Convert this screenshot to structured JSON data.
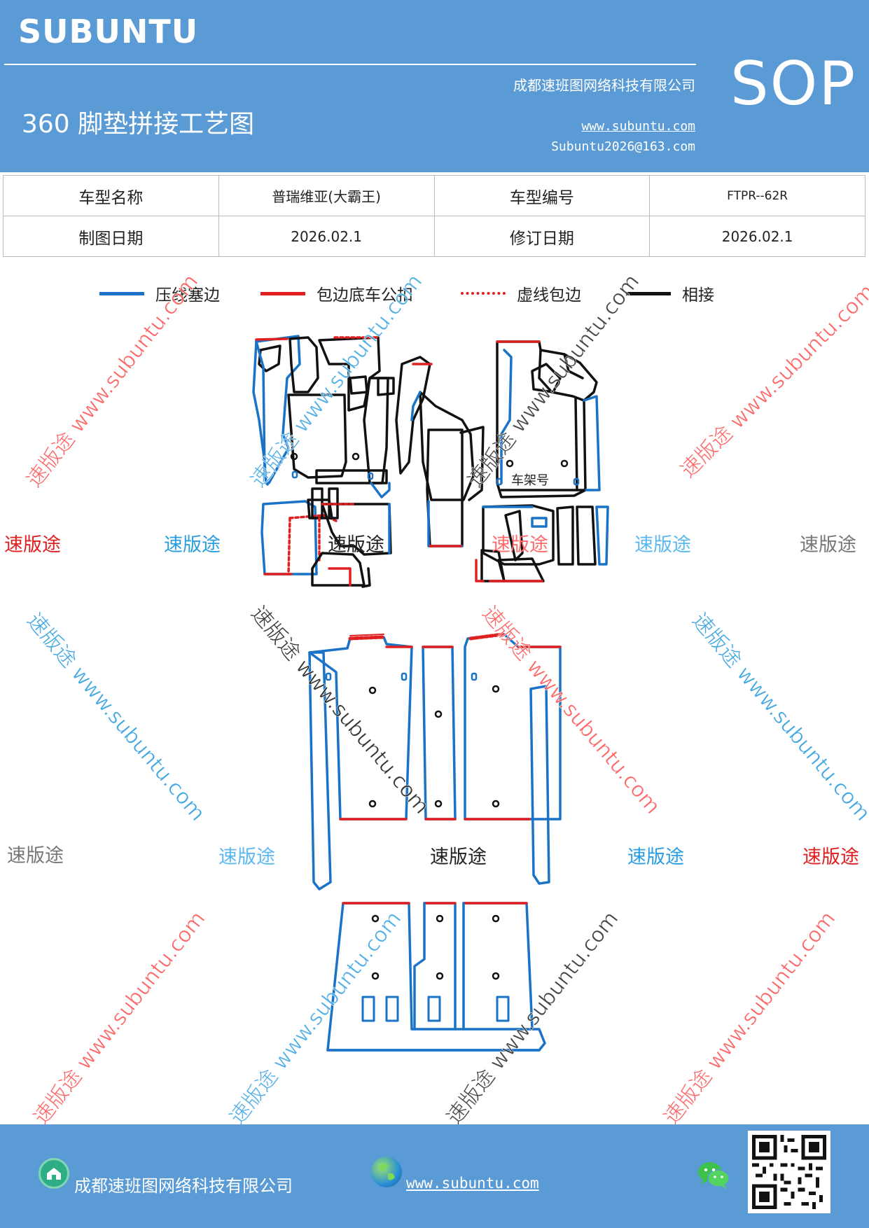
{
  "header": {
    "brand": "SUBUNTU",
    "company": "成都速班图网络科技有限公司",
    "title": "360 脚垫拼接工艺图",
    "website": "www.subuntu.com",
    "email": "Subuntu2026@163.com",
    "badge": "SOP",
    "color": "#5b9bd5"
  },
  "info_table": {
    "rows": [
      [
        "车型名称",
        "普瑞维亚(大霸王)",
        "车型编号",
        "FTPR--62R"
      ],
      [
        "制图日期",
        "2026.02.1",
        "修订日期",
        "2026.02.1"
      ]
    ]
  },
  "legend": [
    {
      "label": "压线塞边",
      "color": "#1a73c7",
      "style": "solid"
    },
    {
      "label": "包边底车公扣",
      "color": "#e02020",
      "style": "solid"
    },
    {
      "label": "虚线包边",
      "color": "#e02020",
      "style": "dotted"
    },
    {
      "label": "相接",
      "color": "#111111",
      "style": "solid"
    }
  ],
  "drawing": {
    "label_frame_no": "车架号",
    "colors": {
      "blue": "#1a73c7",
      "red": "#e02020",
      "black": "#111111"
    }
  },
  "watermarks": {
    "brand_text": "速版途",
    "diag_text": "速版途 www.subuntu.com",
    "row1": [
      {
        "text": "速版途",
        "color": "#e02020"
      },
      {
        "text": "速版途",
        "color": "#2a9de0"
      },
      {
        "text": "速版途",
        "color": "#222222"
      },
      {
        "text": "速版途",
        "color": "#ff6b6b"
      },
      {
        "text": "速版途",
        "color": "#5cb8f0"
      },
      {
        "text": "速版途",
        "color": "#777777"
      }
    ],
    "row2": [
      {
        "text": "速版途",
        "color": "#777777"
      },
      {
        "text": "速版途",
        "color": "#5cb8f0"
      },
      {
        "text": "速版途",
        "color": "#222222"
      },
      {
        "text": "速版途",
        "color": "#2a9de0"
      },
      {
        "text": "速版途",
        "color": "#e02020"
      }
    ]
  },
  "footer": {
    "company": "成都速班图网络科技有限公司",
    "website": "www.subuntu.com",
    "icons": [
      "home-icon",
      "globe-icon",
      "wechat-icon",
      "qr-code"
    ]
  }
}
